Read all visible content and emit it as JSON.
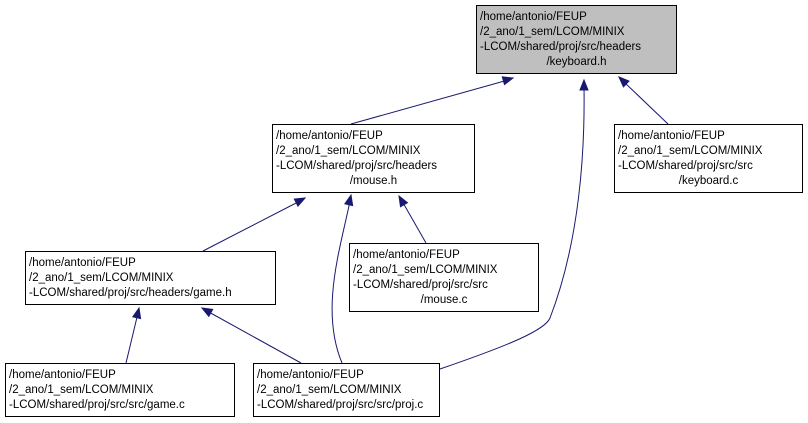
{
  "diagram": {
    "edge_color": "#191970",
    "focus_fill": "#bfbfbf",
    "nodes": [
      {
        "id": "keyboard_h",
        "lines": [
          "/home/antonio/FEUP",
          "/2_ano/1_sem/LCOM/MINIX",
          "-LCOM/shared/proj/src/headers",
          "/keyboard.h"
        ],
        "focus": true
      },
      {
        "id": "mouse_h",
        "lines": [
          "/home/antonio/FEUP",
          "/2_ano/1_sem/LCOM/MINIX",
          "-LCOM/shared/proj/src/headers",
          "/mouse.h"
        ],
        "focus": false
      },
      {
        "id": "keyboard_c",
        "lines": [
          "/home/antonio/FEUP",
          "/2_ano/1_sem/LCOM/MINIX",
          "-LCOM/shared/proj/src/src",
          "/keyboard.c"
        ],
        "focus": false
      },
      {
        "id": "game_h",
        "lines": [
          "/home/antonio/FEUP",
          "/2_ano/1_sem/LCOM/MINIX",
          "-LCOM/shared/proj/src/headers/game.h"
        ],
        "focus": false
      },
      {
        "id": "mouse_c",
        "lines": [
          "/home/antonio/FEUP",
          "/2_ano/1_sem/LCOM/MINIX",
          "-LCOM/shared/proj/src/src",
          "/mouse.c"
        ],
        "focus": false
      },
      {
        "id": "game_c",
        "lines": [
          "/home/antonio/FEUP",
          "/2_ano/1_sem/LCOM/MINIX",
          "-LCOM/shared/proj/src/src/game.c"
        ],
        "focus": false
      },
      {
        "id": "proj_c",
        "lines": [
          "/home/antonio/FEUP",
          "/2_ano/1_sem/LCOM/MINIX",
          "-LCOM/shared/proj/src/src/proj.c"
        ],
        "focus": false
      }
    ],
    "edges": [
      {
        "from": "mouse_h",
        "to": "keyboard_h"
      },
      {
        "from": "keyboard_c",
        "to": "keyboard_h"
      },
      {
        "from": "proj_c",
        "to": "keyboard_h"
      },
      {
        "from": "game_h",
        "to": "mouse_h"
      },
      {
        "from": "proj_c",
        "to": "mouse_h"
      },
      {
        "from": "mouse_c",
        "to": "mouse_h"
      },
      {
        "from": "game_c",
        "to": "game_h"
      },
      {
        "from": "proj_c",
        "to": "game_h"
      }
    ]
  }
}
